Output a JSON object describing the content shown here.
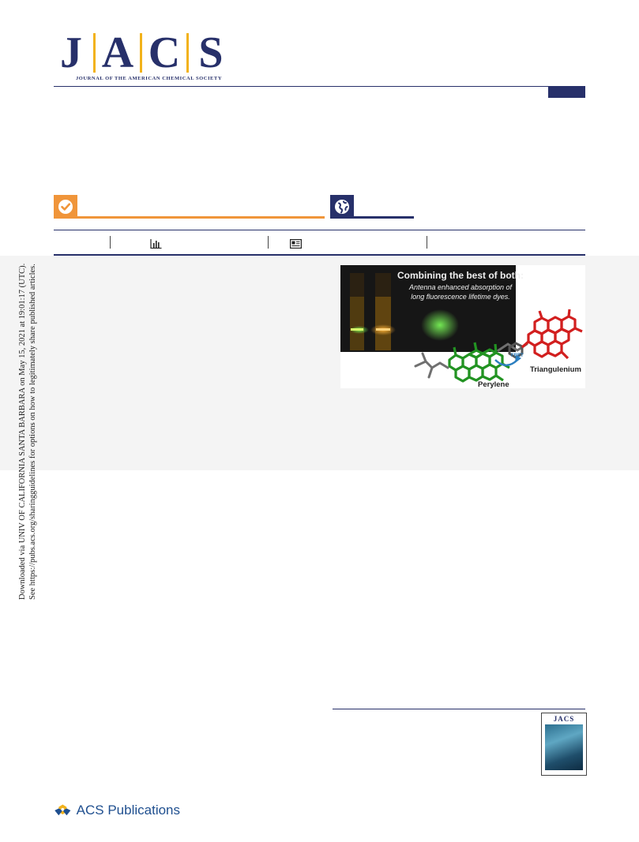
{
  "masthead": {
    "letters": [
      "J",
      "A",
      "C",
      "S"
    ],
    "subtitle": "JOURNAL OF THE AMERICAN CHEMICAL SOCIETY"
  },
  "toc_graphic": {
    "headline": "Combining the best of both:",
    "tagline": "Antenna enhanced absorption of long fluorescence lifetime dyes.",
    "label_triangulenium": "Triangulenium",
    "label_perylene": "Perylene",
    "label_fret": "FRET"
  },
  "side_notice": {
    "line1": "Downloaded via UNIV OF CALIFORNIA SANTA BARBARA on May 15, 2021 at 19:01:17 (UTC).",
    "line2": "See https://pubs.acs.org/sharingguidelines for options on how to legitimately share published articles."
  },
  "cover": {
    "title": "JACS"
  },
  "publisher": {
    "name": "ACS Publications"
  },
  "colors": {
    "navy": "#27306a",
    "gold": "#f2b21b",
    "open_access_orange": "#f0953a",
    "abstract_band": "#f4f4f4"
  },
  "icons": {
    "open_access": "check-circle-icon",
    "worldwide": "globe-icon",
    "metrics": "bar-chart-icon",
    "recommendations": "article-icon"
  }
}
